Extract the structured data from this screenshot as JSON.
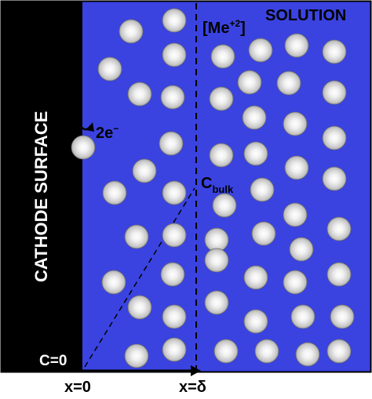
{
  "labels": {
    "cathode": "CATHODE SURFACE",
    "solution": "SOLUTION",
    "ion_base": "[Me",
    "ion_charge": "+2",
    "ion_close": "]",
    "electrons": "2e",
    "electron_sup": "−",
    "c_bulk_main": "C",
    "c_bulk_sub": "bulk",
    "c_zero": "C=0",
    "x_zero": "x=0",
    "x_delta": "x=δ"
  },
  "colors": {
    "solution": "#3a43e0",
    "cathode": "#000000",
    "text_on_blue": "#000000",
    "text_on_black": "#ffffff"
  },
  "particle_count": 52
}
